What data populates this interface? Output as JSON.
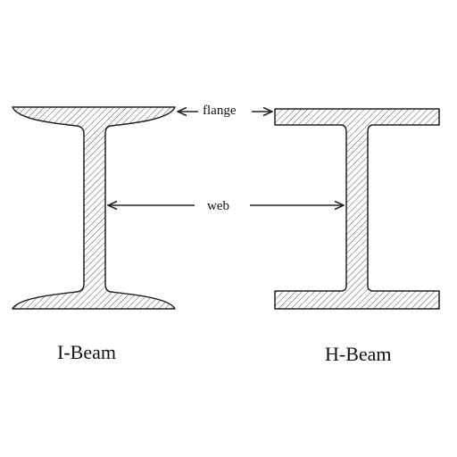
{
  "diagram": {
    "labels": {
      "flange": "flange",
      "web": "web",
      "i_beam": "I-Beam",
      "h_beam": "H-Beam"
    },
    "colors": {
      "stroke": "#222222",
      "hatch": "#555555",
      "background": "#ffffff"
    }
  }
}
